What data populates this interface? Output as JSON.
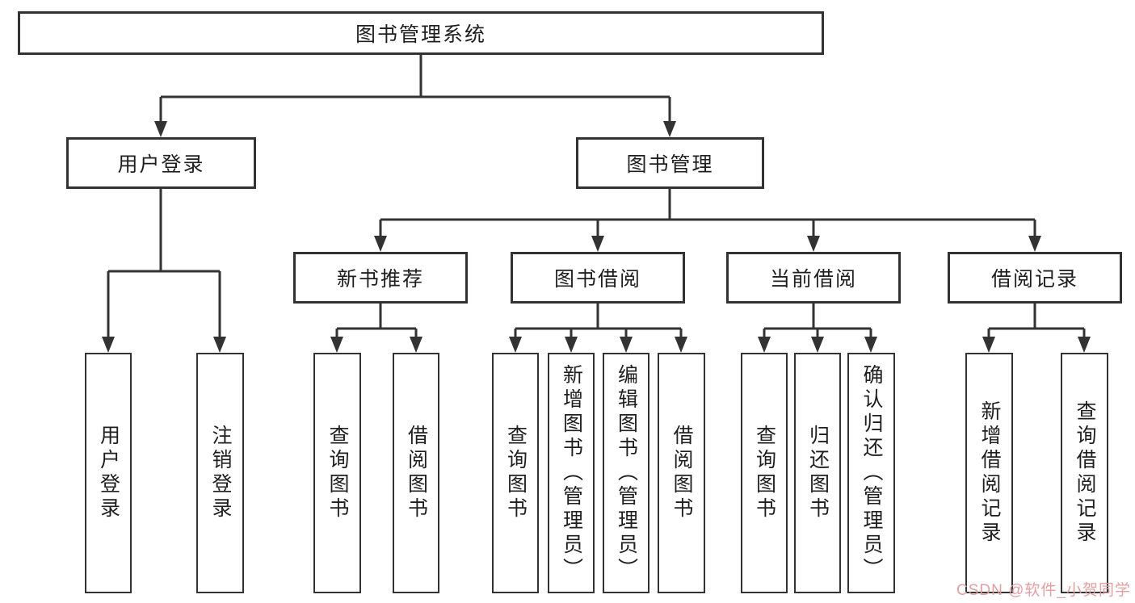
{
  "diagram": {
    "root": {
      "label": "图书管理系统"
    },
    "branches": [
      {
        "label": "用户登录",
        "children": [
          "用户登录",
          "注销登录"
        ]
      },
      {
        "label": "图书管理",
        "sections": [
          {
            "label": "新书推荐",
            "children": [
              "查询图书",
              "借阅图书"
            ]
          },
          {
            "label": "图书借阅",
            "children": [
              "查询图书",
              "新增图书（管理员）",
              "编辑图书（管理员）",
              "借阅图书"
            ]
          },
          {
            "label": "当前借阅",
            "children": [
              "查询图书",
              "归还图书",
              "确认归还（管理员）"
            ]
          },
          {
            "label": "借阅记录",
            "children": [
              "新增借阅记录",
              "查询借阅记录"
            ]
          }
        ]
      }
    ]
  },
  "watermark": {
    "text": "CSDN @软件_小贺同学",
    "color": "#e39a9a"
  },
  "colors": {
    "line": "#333333",
    "box_border": "#333333",
    "text": "#1f1f1f",
    "background": "#ffffff"
  }
}
